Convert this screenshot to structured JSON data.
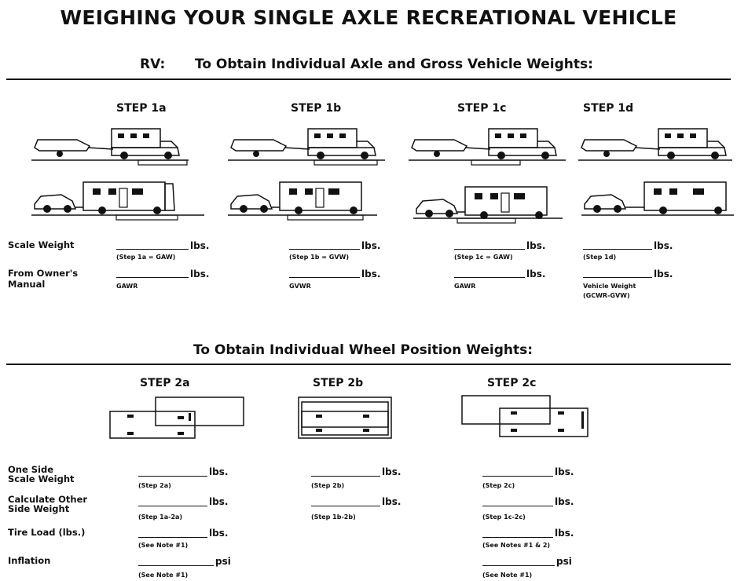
{
  "title": "WEIGHING YOUR SINGLE AXLE RECREATIONAL VEHICLE",
  "section1": {
    "prefix": "RV:",
    "heading": "To Obtain Individual Axle and Gross Vehicle Weights:",
    "steps": [
      {
        "label": "STEP 1a",
        "note1": "(Step 1a = GAW)",
        "note2": "GAWR"
      },
      {
        "label": "STEP 1b",
        "note1": "(Step 1b = GVW)",
        "note2": "GVWR"
      },
      {
        "label": "STEP 1c",
        "note1": "(Step 1c = GAW)",
        "note2": "GAWR"
      },
      {
        "label": "STEP 1d",
        "note1": "(Step 1d)",
        "note2": "Vehicle Weight",
        "note3": "(GCWR-GVW)"
      }
    ],
    "row_labels": {
      "scale_weight": "Scale Weight",
      "owners_1": "From Owner's",
      "owners_2": "Manual"
    },
    "unit": "lbs."
  },
  "section2": {
    "heading": "To Obtain Individual Wheel Position Weights:",
    "steps": [
      {
        "label": "STEP 2a",
        "n1": "(Step 2a)",
        "n2": "(Step 1a-2a)",
        "n3": "(See Note #1)",
        "n4": "(See Note #1)"
      },
      {
        "label": "STEP 2b",
        "n1": "(Step 2b)",
        "n2": "(Step 1b-2b)"
      },
      {
        "label": "STEP 2c",
        "n1": "(Step 2c)",
        "n2": "(Step 1c-2c)",
        "n3": "(See Notes #1 & 2)",
        "n4": "(See Note #1)"
      }
    ],
    "row_labels": {
      "one_side_1": "One Side",
      "one_side_2": "Scale Weight",
      "calc_1": "Calculate Other",
      "calc_2": "Side Weight",
      "tire_load": "Tire Load (lbs.)",
      "inflation": "Inflation"
    },
    "unit_lbs": "lbs.",
    "unit_psi": "psi"
  }
}
